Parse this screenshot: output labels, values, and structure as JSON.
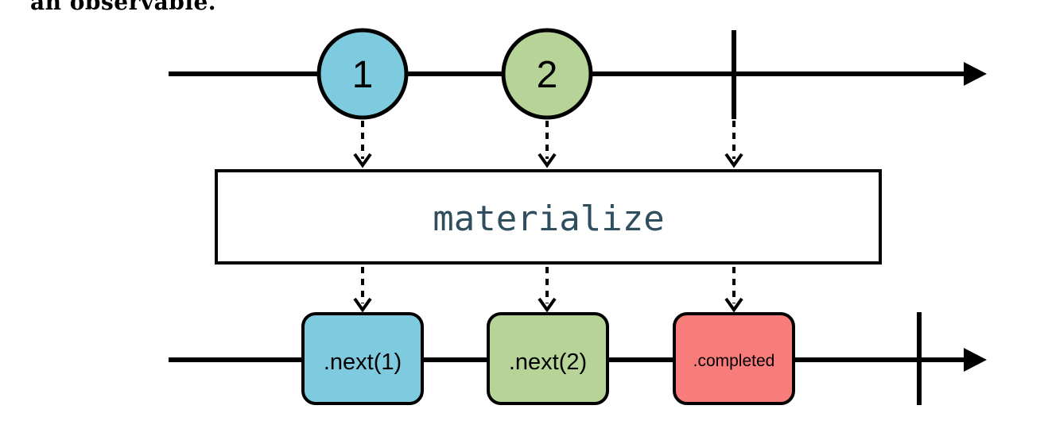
{
  "header_text": "an observable.",
  "source_stream": {
    "events": [
      {
        "label": "1",
        "kind": "value",
        "color": "#7ECADF"
      },
      {
        "label": "2",
        "kind": "value",
        "color": "#B6D497"
      }
    ],
    "terminator": "completed"
  },
  "operator": {
    "label": "materialize",
    "text_color": "#2F4F5F"
  },
  "result_stream": {
    "events": [
      {
        "label": ".next(1)",
        "color": "#7ECADF"
      },
      {
        "label": ".next(2)",
        "color": "#B6D497"
      },
      {
        "label": ".completed",
        "color": "#F87D7A"
      }
    ],
    "terminator": "completed"
  }
}
